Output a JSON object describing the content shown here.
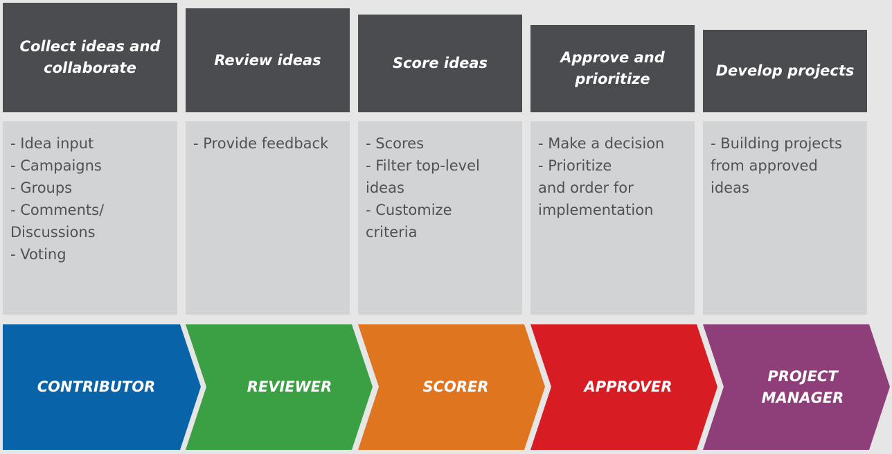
{
  "stages": [
    {
      "header_lines": [
        "Collect ideas and",
        "collaborate"
      ],
      "items": [
        "- Idea input",
        "- Campaigns",
        "- Groups",
        "- Comments/",
        "Discussions",
        "- Voting"
      ],
      "role_lines": [
        "CONTRIBUTOR"
      ],
      "role_color": "#0863a9"
    },
    {
      "header_lines": [
        "Review ideas"
      ],
      "items": [
        "- Provide feedback"
      ],
      "role_lines": [
        "REVIEWER"
      ],
      "role_color": "#3aa043"
    },
    {
      "header_lines": [
        "Score ideas"
      ],
      "items": [
        "- Scores",
        "- Filter top-level",
        "ideas",
        "- Customize",
        "criteria"
      ],
      "role_lines": [
        "SCORER"
      ],
      "role_color": "#df751f"
    },
    {
      "header_lines": [
        "Approve and",
        "prioritize"
      ],
      "items": [
        "- Make a decision",
        "- Prioritize",
        "and order for",
        "implementation"
      ],
      "role_lines": [
        "APPROVER"
      ],
      "role_color": "#d81c23"
    },
    {
      "header_lines": [
        "Develop projects"
      ],
      "items": [
        "- Building projects",
        "from approved",
        "ideas"
      ],
      "role_lines": [
        "PROJECT",
        "MANAGER"
      ],
      "role_color": "#8e3f7a"
    }
  ],
  "colors": {
    "background": "#e6e6e7",
    "header_bg": "#4b4c50",
    "body_bg": "#d2d3d5",
    "body_text": "#505155"
  }
}
